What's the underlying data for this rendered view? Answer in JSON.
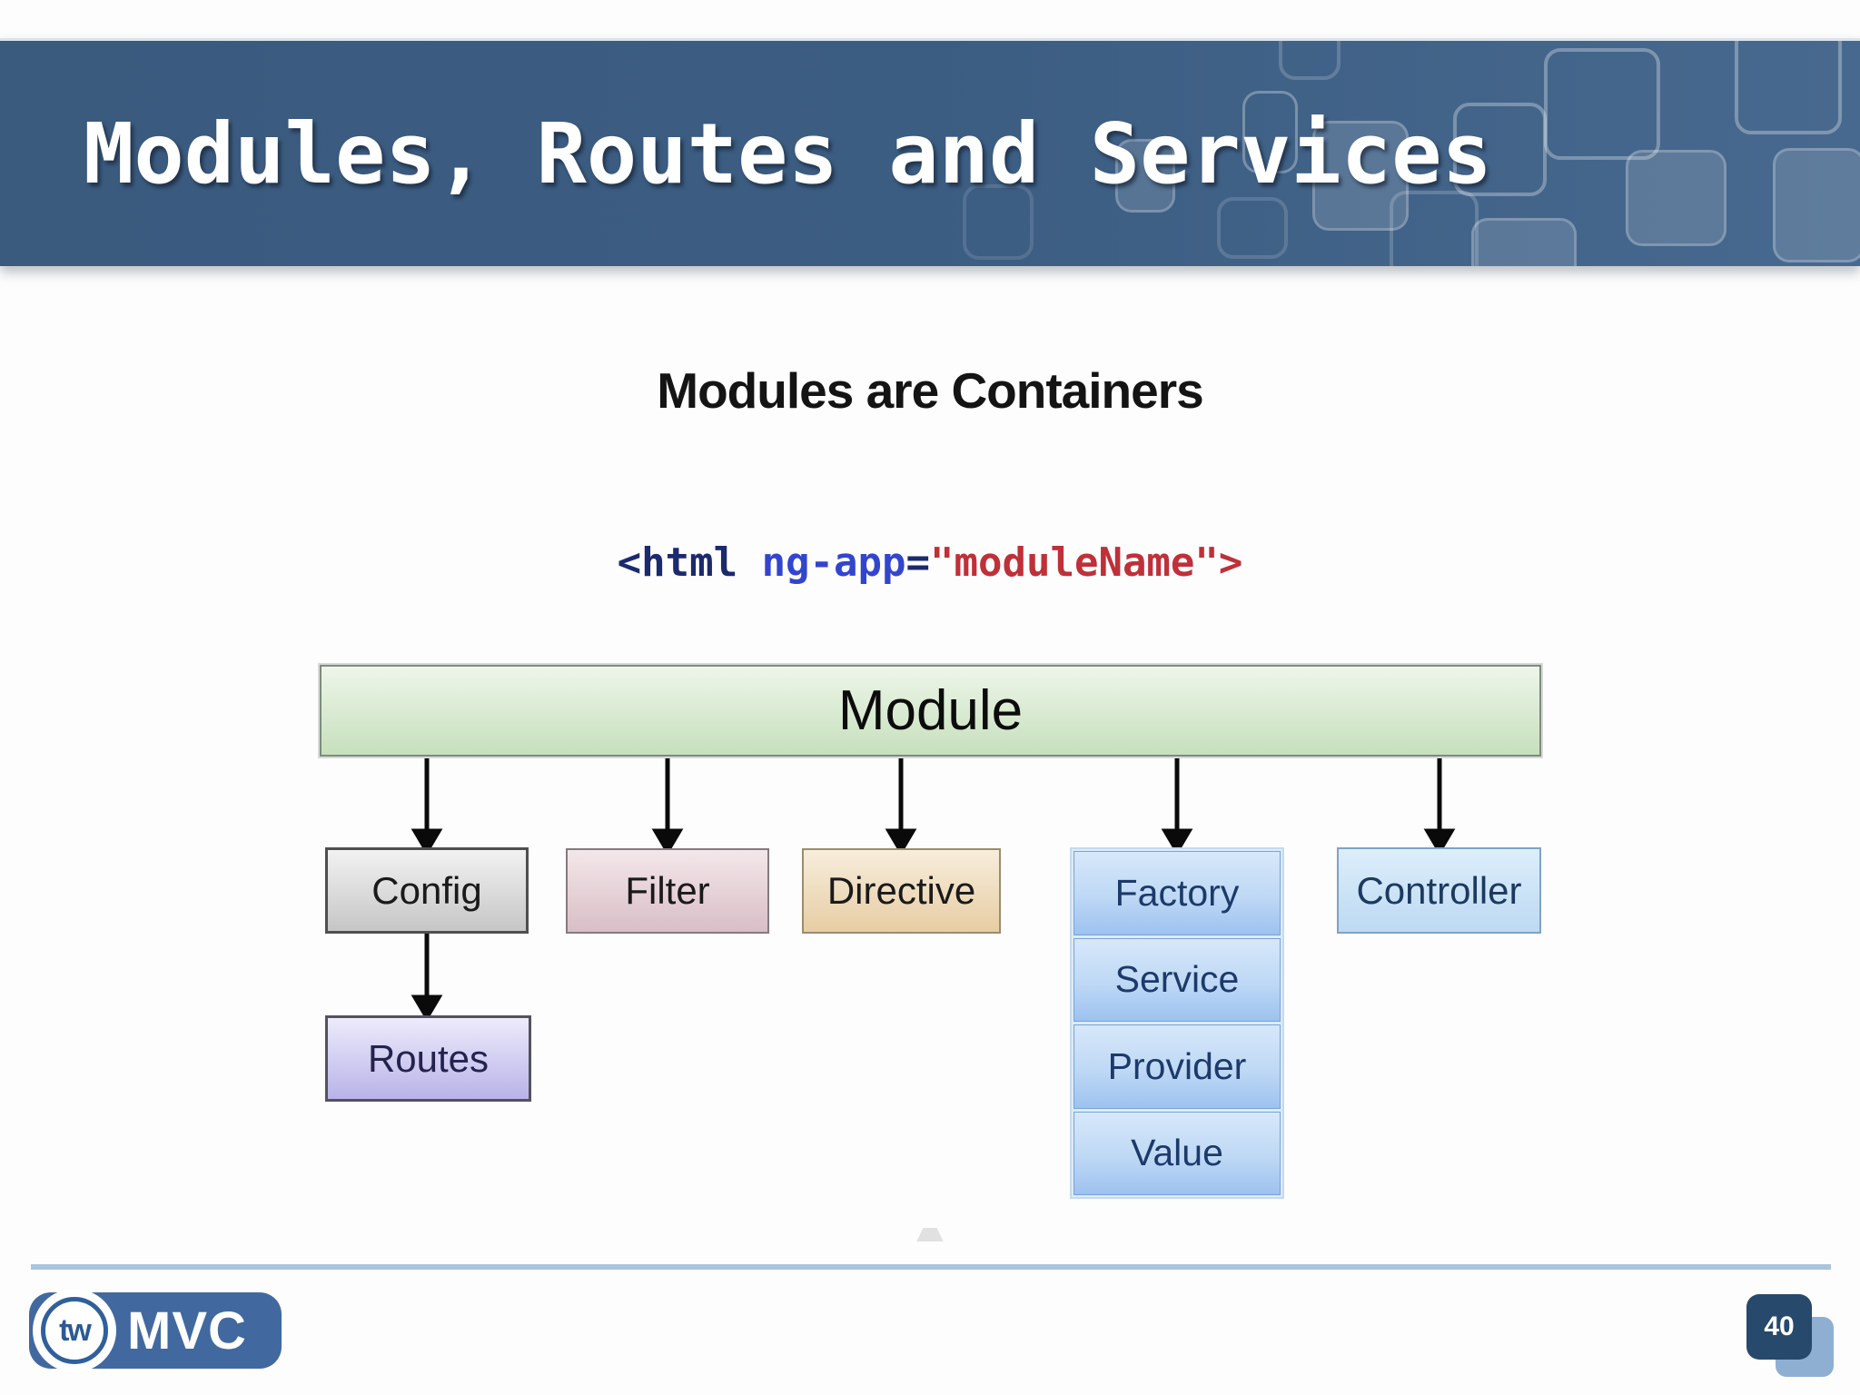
{
  "slide": {
    "title": "Modules, Routes and Services",
    "page_number": "40",
    "footer_logo": {
      "circle_text": "tw",
      "brand_text": "MVC"
    }
  },
  "header": {
    "bg_left": "#3a5a7e",
    "bg_right": "#48698f",
    "title_color": "#ffffff"
  },
  "diagram": {
    "heading": "Modules are Containers",
    "code_parts": [
      {
        "text": "<html ",
        "role": "tag",
        "color": "#1b2a6e"
      },
      {
        "text": "ng-app",
        "role": "attribute-name",
        "color": "#3245cf"
      },
      {
        "text": "=",
        "role": "punctuation",
        "color": "#1b2a6e"
      },
      {
        "text": "\"moduleName\">",
        "role": "string-and-close",
        "color": "#bf3038"
      }
    ],
    "module": {
      "label": "Module",
      "fill": "#d9ecd3"
    },
    "branches": [
      {
        "label": "Config",
        "fill": "#dcdcdc"
      },
      {
        "label": "Filter",
        "fill": "#e6d0d6"
      },
      {
        "label": "Directive",
        "fill": "#efdcba"
      },
      {
        "label": "Factory",
        "fill": "#bcd7f3"
      },
      {
        "label": "Controller",
        "fill": "#cce3f7"
      }
    ],
    "factory_stack_extra": [
      {
        "label": "Service"
      },
      {
        "label": "Provider"
      },
      {
        "label": "Value"
      }
    ],
    "config_child": {
      "label": "Routes",
      "fill": "#cdc9ee"
    }
  },
  "footer": {
    "divider_color": "#a9c4dc",
    "logo_bg": "#41699f",
    "page_chip_bg": "#27496b",
    "page_chip_shadow_bg": "#8fafd2"
  }
}
